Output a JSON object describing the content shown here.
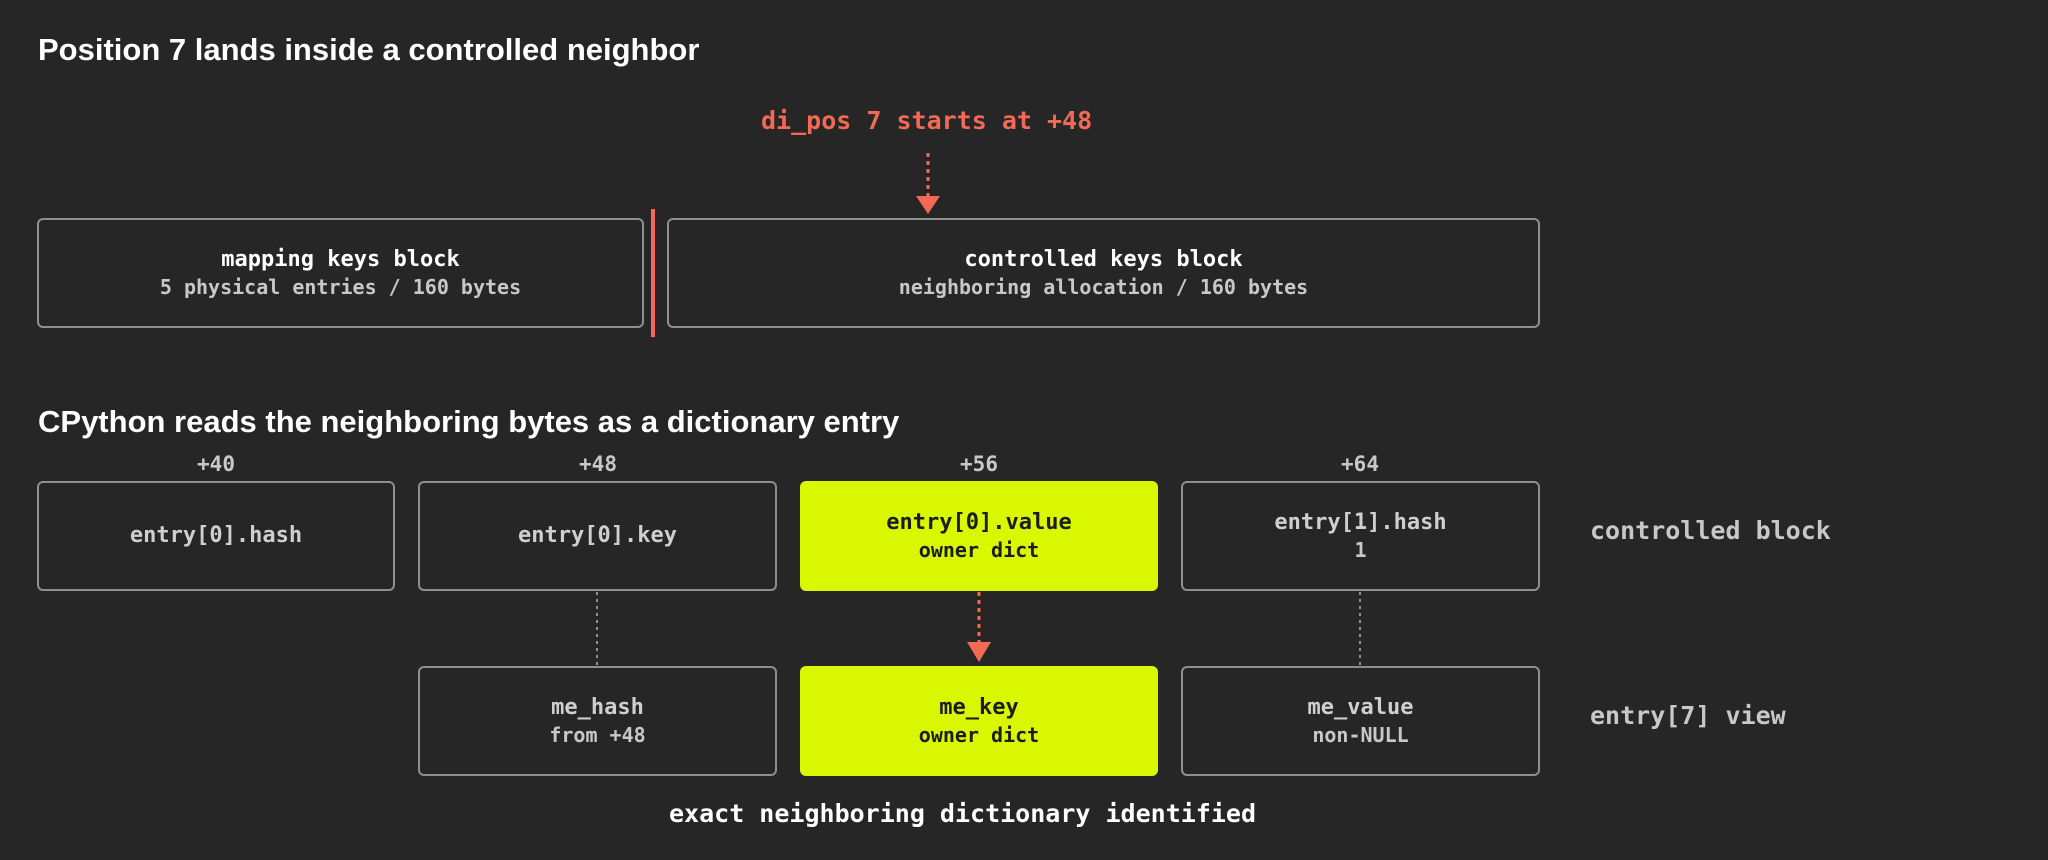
{
  "section1": {
    "heading": "Position 7 lands inside a controlled neighbor",
    "callout": "di_pos 7 starts at +48",
    "mapping_block": {
      "title": "mapping keys block",
      "subtitle": "5 physical entries / 160 bytes"
    },
    "controlled_block": {
      "title": "controlled keys block",
      "subtitle": "neighboring allocation / 160 bytes"
    }
  },
  "section2": {
    "heading": "CPython reads the neighboring bytes as a dictionary entry",
    "offsets": [
      "+40",
      "+48",
      "+56",
      "+64"
    ],
    "controlled_row": {
      "label": "controlled block",
      "cells": [
        {
          "title": "entry[0].hash",
          "subtitle": ""
        },
        {
          "title": "entry[0].key",
          "subtitle": ""
        },
        {
          "title": "entry[0].value",
          "subtitle": "owner dict"
        },
        {
          "title": "entry[1].hash",
          "subtitle": "1"
        }
      ]
    },
    "entry_row": {
      "label": "entry[7] view",
      "cells": [
        {
          "title": "me_hash",
          "subtitle": "from +48"
        },
        {
          "title": "me_key",
          "subtitle": "owner dict"
        },
        {
          "title": "me_value",
          "subtitle": "non-NULL"
        }
      ]
    },
    "footer": "exact neighboring dictionary identified"
  },
  "colors": {
    "background": "#262626",
    "accent_red": "#f26a55",
    "highlight": "#d9f700",
    "border": "#8f8f8f"
  }
}
